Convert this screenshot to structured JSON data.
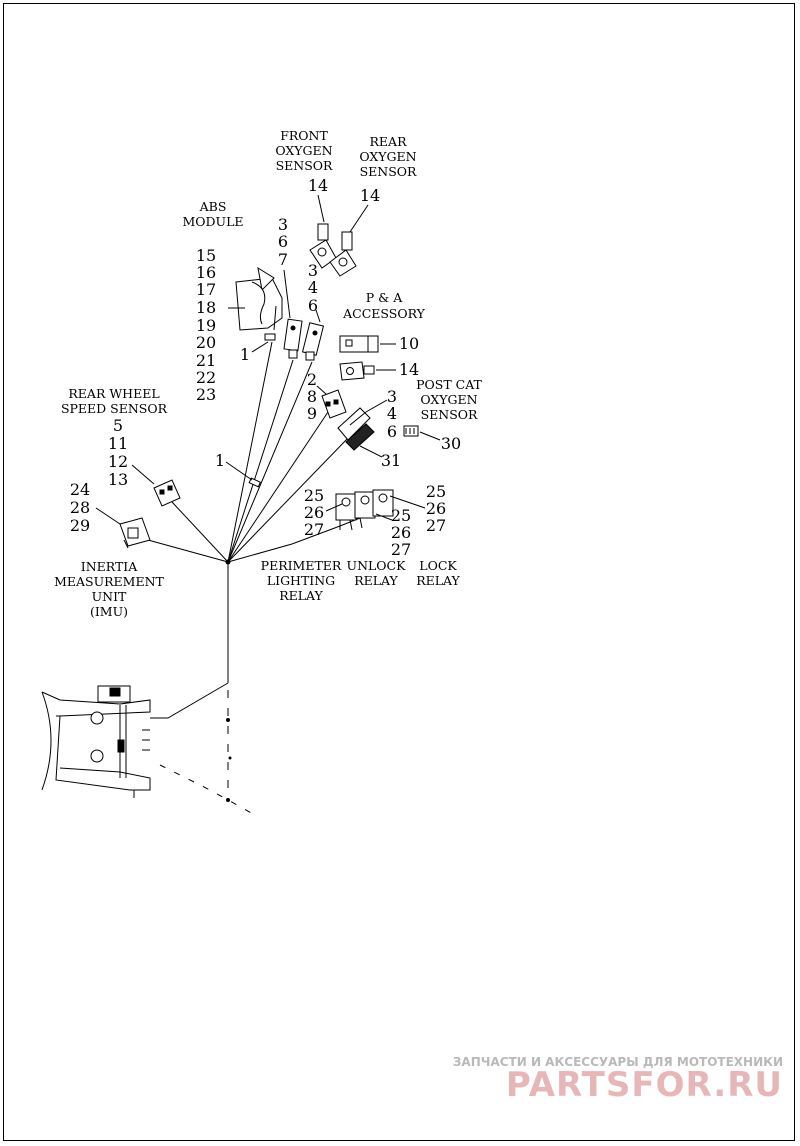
{
  "callouts": {
    "front_o2": {
      "l1": "FRONT",
      "l2": "OXYGEN",
      "l3": "SENSOR",
      "num": "14"
    },
    "rear_o2": {
      "l1": "REAR",
      "l2": "OXYGEN",
      "l3": "SENSOR",
      "num": "14"
    },
    "abs": {
      "l1": "ABS",
      "l2": "MODULE",
      "n": [
        "15",
        "16",
        "17",
        "18",
        "19",
        "20",
        "21",
        "22",
        "23"
      ],
      "n_conn": "1"
    },
    "conn_a": [
      "3",
      "6",
      "7"
    ],
    "conn_b": [
      "3",
      "4",
      "6"
    ],
    "pa": {
      "l1": "P & A",
      "l2": "ACCESSORY",
      "n1": "10",
      "n2": "14"
    },
    "conn_c": [
      "2",
      "8",
      "9"
    ],
    "conn_d": [
      "3",
      "4",
      "6"
    ],
    "conn_d_31": "31",
    "post_cat": {
      "l1": "POST CAT",
      "l2": "OXYGEN",
      "l3": "SENSOR",
      "num": "30"
    },
    "rear_wheel": {
      "l1": "REAR WHEEL",
      "l2": "SPEED SENSOR",
      "n": [
        "5",
        "11",
        "12",
        "13"
      ]
    },
    "harness_1": "1",
    "imu": {
      "n": [
        "24",
        "28",
        "29"
      ],
      "l1": "INERTIA",
      "l2": "MEASUREMENT",
      "l3": "UNIT",
      "l4": "(IMU)"
    },
    "relays": {
      "perimeter": {
        "n": [
          "25",
          "26",
          "27"
        ],
        "l1": "PERIMETER",
        "l2": "LIGHTING",
        "l3": "RELAY"
      },
      "unlock": {
        "n": [
          "25",
          "26",
          "27"
        ],
        "l1": "UNLOCK",
        "l2": "RELAY"
      },
      "lock": {
        "n": [
          "25",
          "26",
          "27"
        ],
        "l1": "LOCK",
        "l2": "RELAY"
      }
    }
  },
  "watermark": {
    "line1": "ЗАПЧАСТИ И АКСЕССУАРЫ ДЛЯ МОТОТЕХНИКИ",
    "line2": "PARTSFOR.RU"
  }
}
